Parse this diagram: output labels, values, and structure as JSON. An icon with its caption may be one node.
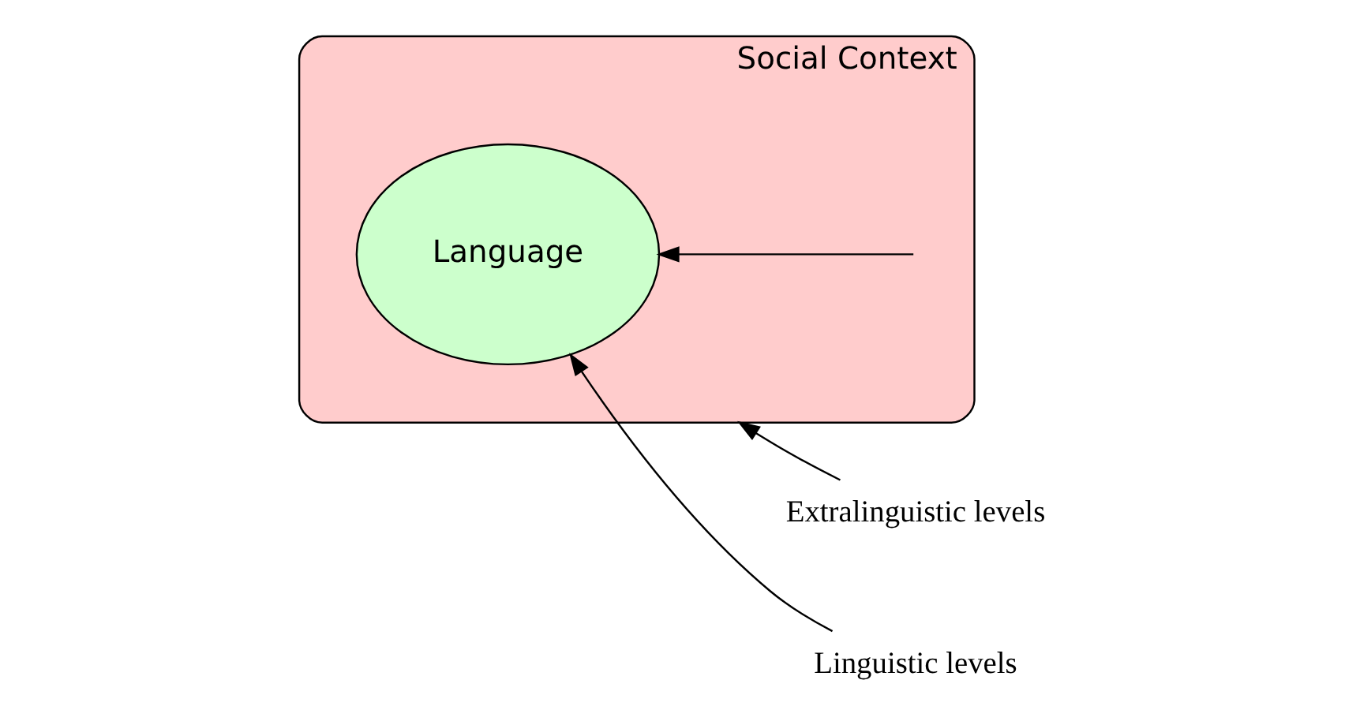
{
  "diagram": {
    "nodes": [
      {
        "text": [
          "Social Context"
        ]
      },
      {
        "text": [
          "Language"
        ],
        "in": 0
      },
      {
        "text": [
          "Extralinguistic levels"
        ]
      },
      {
        "text": [
          "Linguistic levels"
        ]
      }
    ],
    "edges": [
      {
        "from": 2,
        "to": 0,
        "arrow": "to"
      },
      {
        "from": null,
        "to": 1,
        "arrow": "to"
      },
      {
        "from": 3,
        "to": 1,
        "arrow": "to"
      }
    ]
  }
}
